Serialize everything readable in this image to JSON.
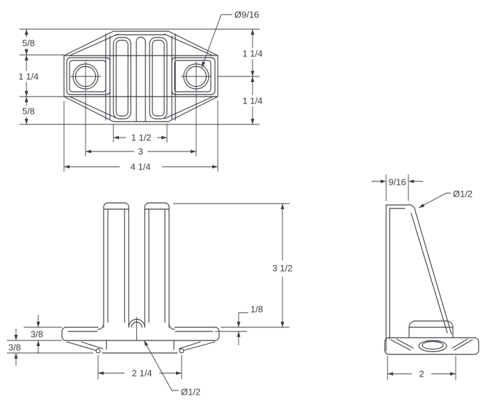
{
  "drawing": {
    "type": "3-view orthographic CAD drawing of a clamp bracket",
    "colors": {
      "line": "#3a3e44",
      "background": "#ffffff"
    },
    "views": {
      "top": {
        "leader": "Ø9/16",
        "left_dims": [
          "5/8",
          "1 1/4",
          "5/8"
        ],
        "right_dims": [
          "1 1/4",
          "1 1/4"
        ],
        "bottom_dims": [
          "1 1/2",
          "3",
          "4 1/4"
        ]
      },
      "front": {
        "height_dim": "3 1/2",
        "step_dim": "1/8",
        "left_dims": [
          "3/8",
          "3/8"
        ],
        "width_dim": "2 1/4",
        "slot_leader": "Ø1/2"
      },
      "side": {
        "top_dim": "9/16",
        "corner_leader": "Ø1/2",
        "base_dim": "2"
      }
    }
  }
}
